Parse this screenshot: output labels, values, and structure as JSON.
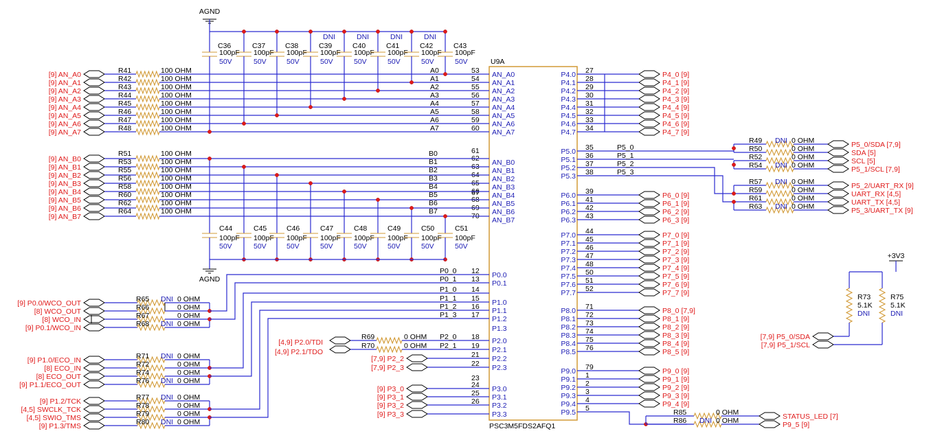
{
  "schematic": {
    "chip": {
      "ref": "U9A",
      "part": "PSC3M5FDS2AFQ1",
      "left_pins": [
        [
          "53",
          "AN_A0"
        ],
        [
          "54",
          "AN_A1"
        ],
        [
          "55",
          "AN_A2"
        ],
        [
          "56",
          "AN_A3"
        ],
        [
          "57",
          "AN_A4"
        ],
        [
          "58",
          "AN_A5"
        ],
        [
          "59",
          "AN_A6"
        ],
        [
          "60",
          "AN_A7"
        ],
        [
          "61",
          ""
        ],
        [
          "62",
          "AN_B0"
        ],
        [
          "63",
          "AN_B1"
        ],
        [
          "64",
          "AN_B2"
        ],
        [
          "65",
          "AN_B3"
        ],
        [
          "66",
          "AN_B4"
        ],
        [
          "67",
          ""
        ],
        [
          "68",
          "AN_B5"
        ],
        [
          "69",
          "AN_B6"
        ],
        [
          "70",
          "AN_B7"
        ],
        [
          "12",
          "P0.0"
        ],
        [
          "13",
          "P0.1"
        ],
        [
          "14",
          ""
        ],
        [
          "15",
          "P1.0"
        ],
        [
          "16",
          "P1.1"
        ],
        [
          "17",
          "P1.2"
        ],
        [
          "",
          "P1.3"
        ],
        [
          "18",
          "P2.0"
        ],
        [
          "19",
          "P2.1"
        ],
        [
          "21",
          "P2.2"
        ],
        [
          "22",
          "P2.3"
        ],
        [
          "23",
          ""
        ],
        [
          "24",
          "P3.0"
        ],
        [
          "25",
          "P3.1"
        ],
        [
          "26",
          "P3.2"
        ],
        [
          "",
          "P3.3"
        ]
      ],
      "right_pins": [
        [
          "P4.0",
          "27"
        ],
        [
          "P4.1",
          "28"
        ],
        [
          "P4.2",
          "29"
        ],
        [
          "P4.3",
          "30"
        ],
        [
          "P4.4",
          "31"
        ],
        [
          "P4.5",
          "32"
        ],
        [
          "P4.6",
          "33"
        ],
        [
          "P4.7",
          "34"
        ],
        [
          "P5.0",
          "35"
        ],
        [
          "P5.1",
          "36"
        ],
        [
          "P5.2",
          "37"
        ],
        [
          "P5.3",
          "38"
        ],
        [
          "P6.0",
          "39"
        ],
        [
          "P6.1",
          "41"
        ],
        [
          "P6.2",
          "42"
        ],
        [
          "P6.3",
          "43"
        ],
        [
          "P7.0",
          "44"
        ],
        [
          "P7.1",
          "45"
        ],
        [
          "P7.2",
          "46"
        ],
        [
          "P7.3",
          "47"
        ],
        [
          "P7.4",
          "48"
        ],
        [
          "P7.5",
          "50"
        ],
        [
          "P7.6",
          "51"
        ],
        [
          "P7.7",
          "52"
        ],
        [
          "P8.0",
          "71"
        ],
        [
          "P8.1",
          "72"
        ],
        [
          "P8.2",
          "73"
        ],
        [
          "P8.3",
          "74"
        ],
        [
          "P8.4",
          "75"
        ],
        [
          "P8.5",
          "76"
        ],
        [
          "P9.0",
          "79"
        ],
        [
          "P9.1",
          "1"
        ],
        [
          "P9.2",
          "2"
        ],
        [
          "P9.3",
          "3"
        ],
        [
          "P9.4",
          "4"
        ],
        [
          "P9.5",
          "5"
        ]
      ]
    },
    "ground_label": "AGND",
    "supply_label": "+3V3",
    "caps_top": [
      [
        "C36",
        ""
      ],
      [
        "C37",
        ""
      ],
      [
        "C38",
        ""
      ],
      [
        "C39",
        "DNI"
      ],
      [
        "C40",
        "DNI"
      ],
      [
        "C41",
        "DNI"
      ],
      [
        "C42",
        "DNI"
      ],
      [
        "C43",
        ""
      ]
    ],
    "caps_bottom": [
      "C44",
      "C45",
      "C46",
      "C47",
      "C48",
      "C49",
      "C50",
      "C51"
    ],
    "cap_value": "100pF",
    "cap_voltage": "50V",
    "an_a_ports": [
      "[9]  AN_A0",
      "[9]  AN_A1",
      "[9]  AN_A2",
      "[9]  AN_A3",
      "[9]  AN_A4",
      "[9]  AN_A5",
      "[9]  AN_A6",
      "[9]  AN_A7"
    ],
    "an_a_res": [
      "R41",
      "R42",
      "R43",
      "R44",
      "R45",
      "R46",
      "R47",
      "R48"
    ],
    "an_a_nets": [
      "A0",
      "A1",
      "A2",
      "A3",
      "A4",
      "A5",
      "A6",
      "A7"
    ],
    "an_b_ports": [
      "[9]  AN_B0",
      "[9]  AN_B1",
      "[9]  AN_B2",
      "[9]  AN_B3",
      "[9]  AN_B4",
      "[9]  AN_B5",
      "[9]  AN_B6",
      "[9]  AN_B7"
    ],
    "an_b_res": [
      "R51",
      "R53",
      "R55",
      "R56",
      "R58",
      "R60",
      "R62",
      "R64"
    ],
    "an_b_nets": [
      "B0",
      "B1",
      "B2",
      "B3",
      "B4",
      "B5",
      "B6",
      "B7"
    ],
    "res_100": "100 OHM",
    "res_0": "0 OHM",
    "dni": "DNI",
    "p0_ports": [
      "[9]  P0.0/WCO_OUT",
      "[8]  WCO_OUT",
      "[8]  WCO_IN",
      "[9]  P0.1/WCO_IN"
    ],
    "p0_res": [
      "R65",
      "R66",
      "R67",
      "R68"
    ],
    "p0_nets": [
      "P0_0",
      "P0_1"
    ],
    "p1_ports_a": [
      "[9]  P1.0/ECO_IN",
      "[8]  ECO_IN",
      "[8]  ECO_OUT",
      "[9]  P1.1/ECO_OUT"
    ],
    "p1_res_a": [
      "R71",
      "R72",
      "R74",
      "R76"
    ],
    "p1_ports_b": [
      "[9]  P1.2/TCK",
      "[4,5]  SWCLK_TCK",
      "[4,5]  SWIO_TMS",
      "[9]  P1.3/TMS"
    ],
    "p1_res_b": [
      "R77",
      "R78",
      "R79",
      "R80"
    ],
    "p1_nets": [
      "P1_0",
      "P1_1",
      "P1_2",
      "P1_3"
    ],
    "p2_ports": [
      "[4,9]  P2.0/TDI",
      "[4,9]  P2.1/TDO"
    ],
    "p2_res": [
      "R69",
      "R70"
    ],
    "p2_nets": [
      "P2_0",
      "P2_1"
    ],
    "p2_extra": [
      "[7,9]  P2_2",
      "[7,9]  P2_3"
    ],
    "p3_ports": [
      "[9]  P3_0",
      "[9]  P3_1",
      "[9]  P3_2",
      "[9]  P3_3"
    ],
    "p4_ports": [
      "P4_0  [9]",
      "P4_1  [9]",
      "P4_2  [9]",
      "P4_3  [9]",
      "P4_4  [9]",
      "P4_5  [9]",
      "P4_6  [9]",
      "P4_7  [9]"
    ],
    "p5_nets": [
      "P5_0",
      "P5_1",
      "P5_2",
      "P5_3"
    ],
    "p5_res_a": [
      "R49",
      "R50",
      "R52",
      "R54"
    ],
    "p5_ports_a": [
      "P5_0/SDA  [7,9]",
      "SDA  [5]",
      "SCL  [5]",
      "P5_1/SCL  [7,9]"
    ],
    "p5_res_b": [
      "R57",
      "R59",
      "R61",
      "R63"
    ],
    "p5_ports_b": [
      "P5_2/UART_RX  [9]",
      "UART_RX  [4,5]",
      "UART_TX  [4,5]",
      "P5_3/UART_TX  [9]"
    ],
    "p6_ports": [
      "P6_0  [9]",
      "P6_1  [9]",
      "P6_2  [9]",
      "P6_3  [9]"
    ],
    "p7_ports": [
      "P7_0  [9]",
      "P7_1  [9]",
      "P7_2  [9]",
      "P7_3  [9]",
      "P7_4  [9]",
      "P7_5  [9]",
      "P7_6  [9]",
      "P7_7  [9]"
    ],
    "p8_ports": [
      "P8_0  [7,9]",
      "P8_1  [9]",
      "P8_2  [9]",
      "P8_3  [9]",
      "P8_4  [9]",
      "P8_5  [9]"
    ],
    "p9_ports": [
      "P9_0  [9]",
      "P9_1  [9]",
      "P9_2  [9]",
      "P9_3  [9]",
      "P9_4  [9]"
    ],
    "p9_res": [
      "R85",
      "R86"
    ],
    "p9_ports_out": [
      "STATUS_LED  [7]",
      "P9_5  [9]"
    ],
    "pullups": [
      [
        "R73",
        "5.1K",
        "DNI"
      ],
      [
        "R75",
        "5.1K",
        "DNI"
      ]
    ],
    "pullup_ports": [
      "[7,9]  P5_0/SDA",
      "[7,9]  P5_1/SCL"
    ],
    "colors": {
      "wire": "#2a2ad0",
      "net_port": "#e01b1b",
      "resistor": "#d29a36",
      "capacitor": "#d29a36",
      "junction": "#e01b1b",
      "pin_label": "#1c1cb4"
    }
  }
}
